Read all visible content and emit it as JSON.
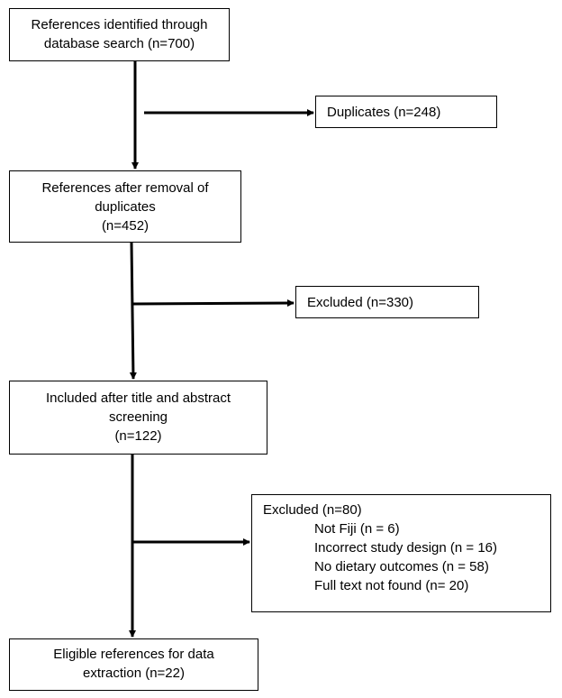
{
  "boxes": {
    "identified": {
      "lines": [
        "References identified through",
        "database search (n=700)"
      ]
    },
    "duplicates": {
      "lines": [
        "Duplicates (n=248)"
      ]
    },
    "after_removal": {
      "lines": [
        "References after removal of",
        "duplicates",
        "(n=452)"
      ]
    },
    "excluded1": {
      "lines": [
        "Excluded (n=330)"
      ]
    },
    "included": {
      "lines": [
        "Included after title and abstract",
        "screening",
        "(n=122)"
      ]
    },
    "excluded2": {
      "title": "Excluded (n=80)",
      "items": [
        "Not Fiji (n = 6)",
        "Incorrect study design (n = 16)",
        "No dietary outcomes (n = 58)",
        "Full text not found (n= 20)"
      ]
    },
    "eligible": {
      "lines": [
        "Eligible references for data",
        "extraction (n=22)"
      ]
    }
  },
  "colors": {
    "stroke": "#000000",
    "background": "#ffffff"
  }
}
